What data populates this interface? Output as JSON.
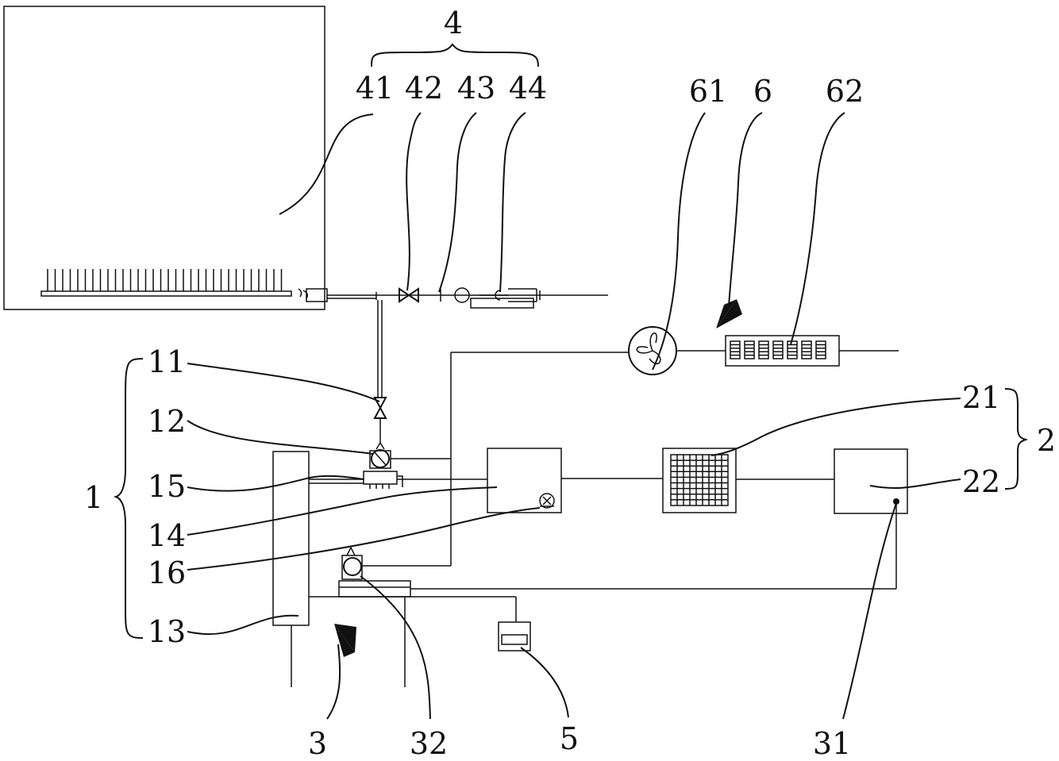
{
  "labels": {
    "l4": "4",
    "l41": "41",
    "l42": "42",
    "l43": "43",
    "l44": "44",
    "l61": "61",
    "l6": "6",
    "l62": "62",
    "l11": "11",
    "l12": "12",
    "l15": "15",
    "l14": "14",
    "l16": "16",
    "l13": "13",
    "l1": "1",
    "l21": "21",
    "l22": "22",
    "l2": "2",
    "l3": "3",
    "l32": "32",
    "l5": "5",
    "l31": "31"
  }
}
